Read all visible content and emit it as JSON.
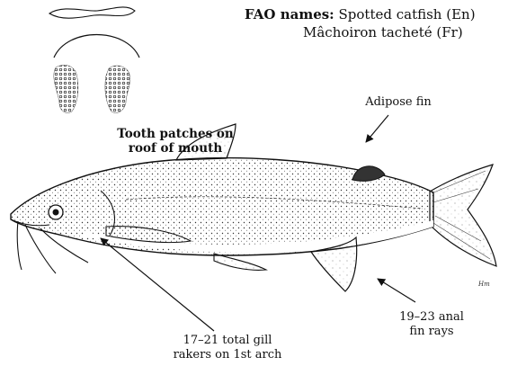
{
  "fao": {
    "label": "FAO names:",
    "line1": "Spotted catfish (En)",
    "line2": "Mâchoiron tacheté (Fr)"
  },
  "annotations": {
    "tooth_line1": "Tooth patches on",
    "tooth_line2": "roof of mouth",
    "adipose": "Adipose fin",
    "anal_line1": "19–23 anal",
    "anal_line2": "fin rays",
    "gill_line1": "17–21 total gill",
    "gill_line2": "rakers on 1st arch"
  },
  "signature": "Hm"
}
